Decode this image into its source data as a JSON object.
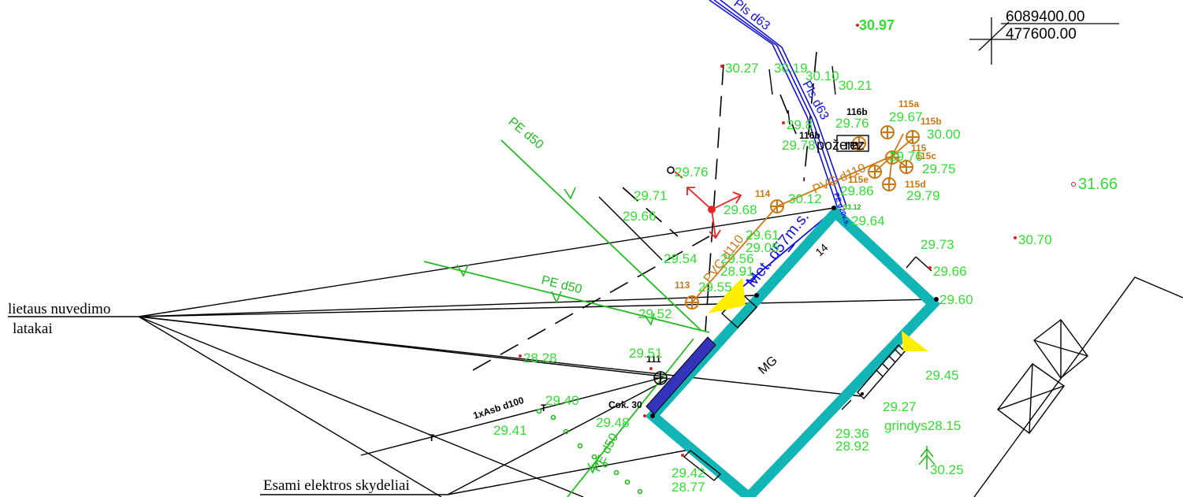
{
  "coordinates": {
    "north": "6089400.00",
    "east": "477600.00"
  },
  "callouts": {
    "gutters": [
      "lietaus nuvedimo",
      "latakai"
    ],
    "panels": "Esami elektros skydeliai"
  },
  "building": {
    "label": "MG",
    "number": "14"
  },
  "pipes": {
    "pls_d63_top": "Pls d63",
    "pls_d63_mid": "Pls d63",
    "pe_d50_upper": "PE d50",
    "pe_d50_lower": "PE d50",
    "pvc_d110_a": "PVC d110",
    "pvc_d110_b": "PVC d110",
    "met_d57": "Met. d57m.s.",
    "asb_d100": "1xAsb  d100",
    "pe_d20": "PE d20v.s.",
    "cok": "Cok. 30",
    "pe_d50_vertical": "PE d50",
    "small_val": "33.12"
  },
  "wells": {
    "w113": "113",
    "w114": "114",
    "w115": "115",
    "w115a": "115a",
    "w115b": "115b",
    "w115c": "115c",
    "w115d": "115d",
    "w115e": "115e",
    "w116b_1": "116b",
    "w116b_2": "116b",
    "w111": "111"
  },
  "markers": {
    "pozem": "požem",
    "rez": "rez",
    "grindys": "grindys28.15",
    "t1": "T",
    "t2": "T"
  },
  "elevations": {
    "e3097": "30.97",
    "e3027": "30.27",
    "e3019": "30.19",
    "e3010": "30.10",
    "e3021": "30.21",
    "e2967": "29.67",
    "e3000": "30.00",
    "e2976a": "29.76",
    "e2976b": "29.76",
    "e2975": "29.75",
    "e2986": "29.86",
    "e2979": "29.79",
    "e2976c": "29.76",
    "e3166": "31.66",
    "e2971": "29.71",
    "e2966a": "29.66",
    "e2968": "29.68",
    "e2964": "29.64",
    "e3070": "30.70",
    "e2973": "29.73",
    "e2966b": "29.66",
    "e2954": "29.54",
    "e2956": "29.56",
    "e2891": "28.91",
    "e2960": "29.60",
    "e2952": "29.52",
    "e2828": "28.28",
    "e2951": "29.51",
    "e2945": "29.45",
    "e2927": "29.27",
    "e2936": "29.36",
    "e2892": "28.92",
    "e2940": "29.40",
    "e2941": "29.41",
    "e2948": "29.48",
    "e2942": "29.42",
    "e2877": "28.77",
    "e3025": "30.25",
    "e3012": "30.12",
    "e2961": "29.61",
    "e2905": "29.05",
    "e2955": "29.55",
    "e2978": "29.78",
    "e2984": "29.8"
  }
}
